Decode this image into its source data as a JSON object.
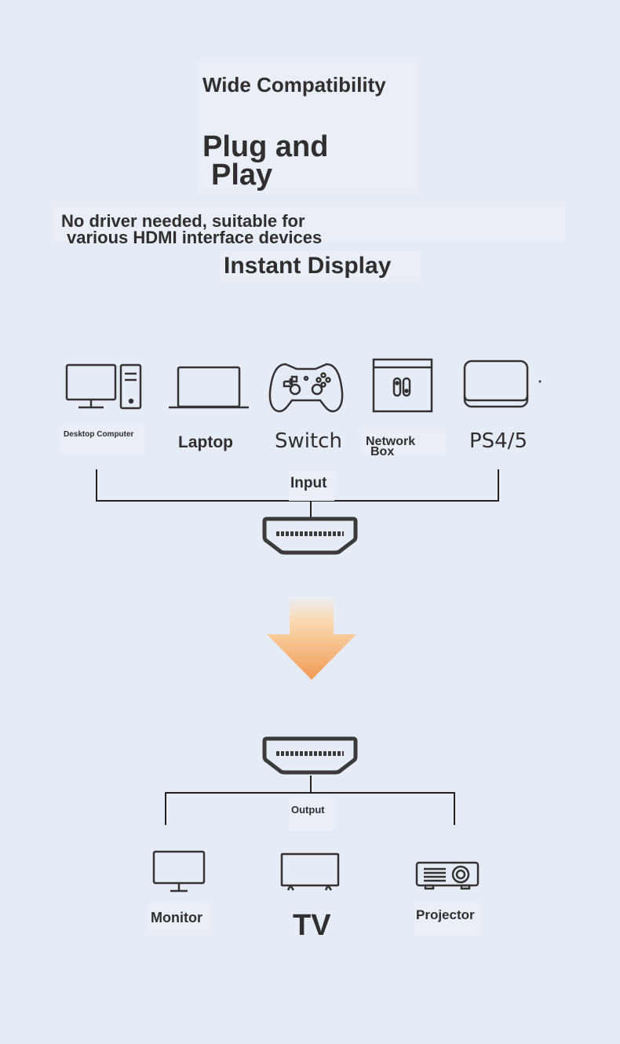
{
  "header": {
    "subtitle": "Wide Compatibility",
    "title_line1": "Plug and",
    "title_line2": "Play",
    "description_line1": "No driver needed, suitable for",
    "description_line2": "various HDMI interface devices",
    "tagline": "Instant Display"
  },
  "inputs": {
    "label": "Input",
    "devices": [
      {
        "label": "Desktop Computer",
        "icon": "desktop-computer-icon"
      },
      {
        "label": "Laptop",
        "icon": "laptop-icon"
      },
      {
        "label": "Switch",
        "icon": "gamepad-icon"
      },
      {
        "label_line1": "Network",
        "label_line2": "Box",
        "icon": "network-box-icon"
      },
      {
        "label": "PS4/5",
        "icon": "console-icon"
      }
    ]
  },
  "arrow": {
    "icon": "down-arrow-icon",
    "color_top": "#fde9d2",
    "color_bottom": "#f1a05a"
  },
  "outputs": {
    "label": "Output",
    "devices": [
      {
        "label": "Monitor",
        "icon": "monitor-icon"
      },
      {
        "label": "TV",
        "icon": "tv-icon"
      },
      {
        "label": "Projector",
        "icon": "projector-icon"
      }
    ]
  }
}
